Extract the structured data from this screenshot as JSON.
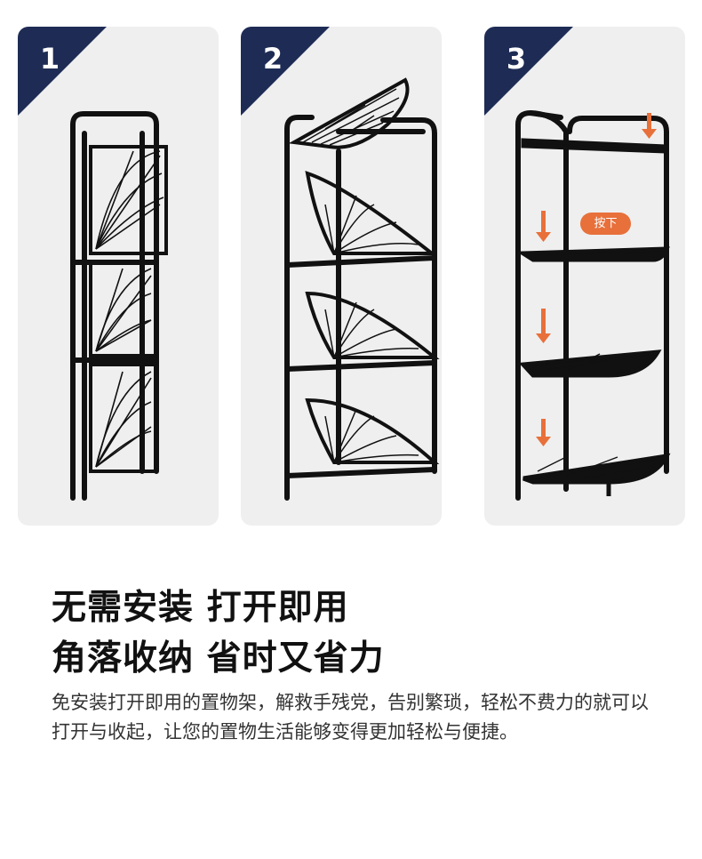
{
  "colors": {
    "corner_badge": "#1e2c55",
    "accent_arrow": "#e8703a",
    "panel_bg": "#efefef",
    "shelf_metal": "#111111"
  },
  "steps": [
    {
      "number": "1",
      "state": "folded"
    },
    {
      "number": "2",
      "state": "unfolding"
    },
    {
      "number": "3",
      "state": "assembled",
      "badge": "按下",
      "arrow_icon": "down-arrow-icon"
    }
  ],
  "headline": {
    "line1": "无需安装 打开即用",
    "line2": "角落收纳 省时又省力"
  },
  "description": "免安装打开即用的置物架，解救手残党，告别繁琐，轻松不费力的就可以打开与收起，让您的置物生活能够变得更加轻松与便捷。"
}
